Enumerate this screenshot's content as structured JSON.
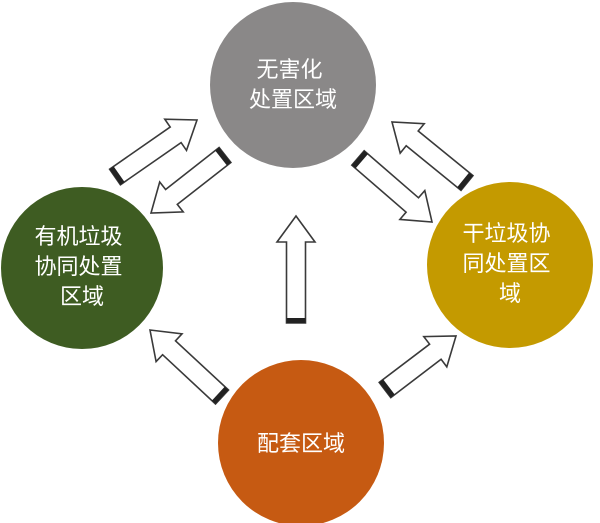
{
  "nodes": {
    "top": {
      "lines": [
        "无害化",
        "处置区域"
      ],
      "color": "#8a8888"
    },
    "left": {
      "lines": [
        "有机垃圾",
        "协同处置",
        "区域"
      ],
      "color": "#3e5c22"
    },
    "right": {
      "lines": [
        "干垃圾协",
        "同处置区",
        "域"
      ],
      "color": "#c49a00"
    },
    "bottom": {
      "lines": [
        "配套区域"
      ],
      "color": "#c65a12"
    }
  },
  "colors": {
    "arrow_fill": "#ffffff",
    "arrow_stroke": "#3a3a3a"
  }
}
